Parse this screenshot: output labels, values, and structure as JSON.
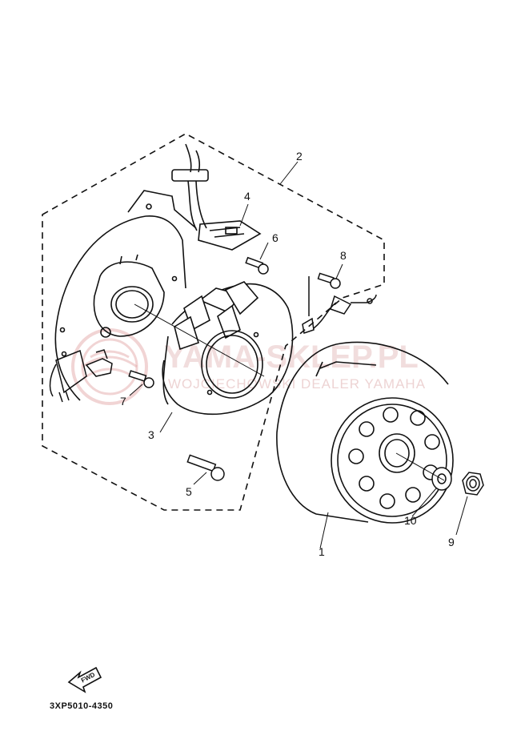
{
  "parts": [
    {
      "no": "1"
    },
    {
      "no": "2"
    },
    {
      "no": "3"
    },
    {
      "no": "4"
    },
    {
      "no": "5"
    },
    {
      "no": "6"
    },
    {
      "no": "7"
    },
    {
      "no": "8"
    },
    {
      "no": "9"
    },
    {
      "no": "10"
    }
  ],
  "fwd_label": "FWD",
  "drawing_code": "3XP5010-4350",
  "watermark": {
    "brand": "YAMA-SKLEP.PL",
    "dealer": "WOJCIECHOWSKI DEALER YAMAHA"
  }
}
